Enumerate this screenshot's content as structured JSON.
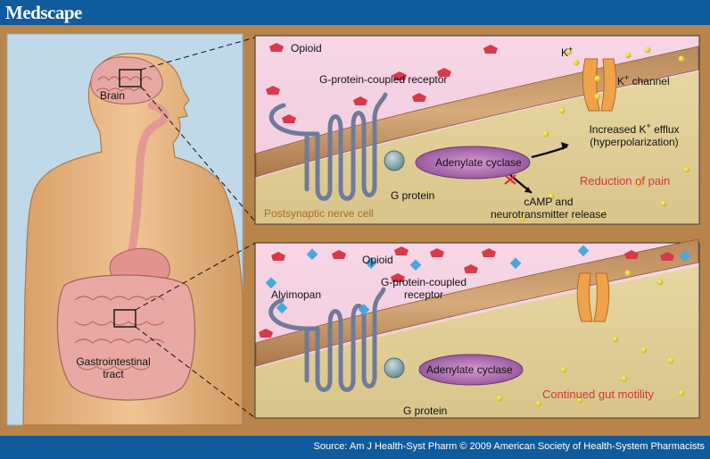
{
  "header": {
    "logo_text": "Medscape"
  },
  "footer": {
    "source_text": "Source: Am J Health-Syst Pharm © 2009 American Society of Health-System Pharmacists"
  },
  "body_panel": {
    "brain_label": "Brain",
    "gi_label_line1": "Gastrointestinal",
    "gi_label_line2": "tract"
  },
  "top_panel": {
    "opioid_label": "Opioid",
    "gpcr_label": "G-protein-coupled receptor",
    "gprotein_label": "G protein",
    "adenylate_label": "Adenylate cyclase",
    "k_ion_label": "K",
    "k_channel_label": "K",
    "k_channel_suffix": " channel",
    "efflux_line1_prefix": "Increased K",
    "efflux_line1_suffix": " efflux",
    "efflux_line2": "(hyperpolarization)",
    "camp_line1": "cAMP and",
    "camp_line2": "neurotransmitter release",
    "result_label": "Reduction of pain",
    "cell_label": "Postsynaptic nerve cell",
    "plus": "+"
  },
  "bottom_panel": {
    "opioid_label": "Opioid",
    "alvimopan_label": "Alvimopan",
    "gpcr_line1": "G-protein-coupled",
    "gpcr_line2": "receptor",
    "gprotein_label": "G protein",
    "adenylate_label": "Adenylate cyclase",
    "result_label": "Continued gut motility"
  },
  "colors": {
    "frame": "#b8844a",
    "bar": "#0f5b9c",
    "result_text": "#d0393d",
    "opioid": "#d83a4a",
    "alvimopan": "#4aa8e0",
    "k_ion": "#e8d82a"
  }
}
